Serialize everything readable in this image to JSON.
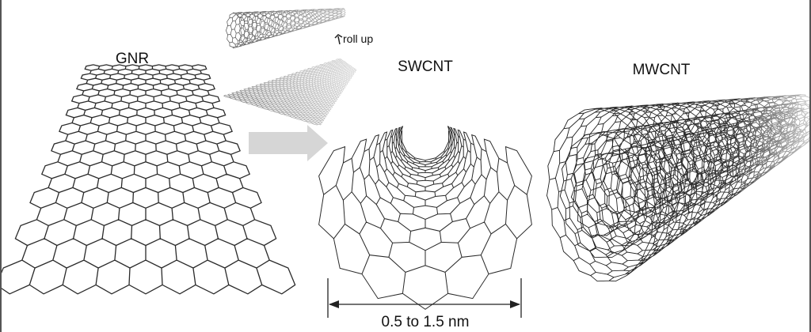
{
  "labels": {
    "gnr": "GNR",
    "swcnt": "SWCNT",
    "mwcnt": "MWCNT",
    "roll_up": "roll up",
    "diameter": "0.5 to 1.5 nm"
  },
  "colors": {
    "lattice": "#2a2a2a",
    "arrow": "#d6d6d6"
  }
}
